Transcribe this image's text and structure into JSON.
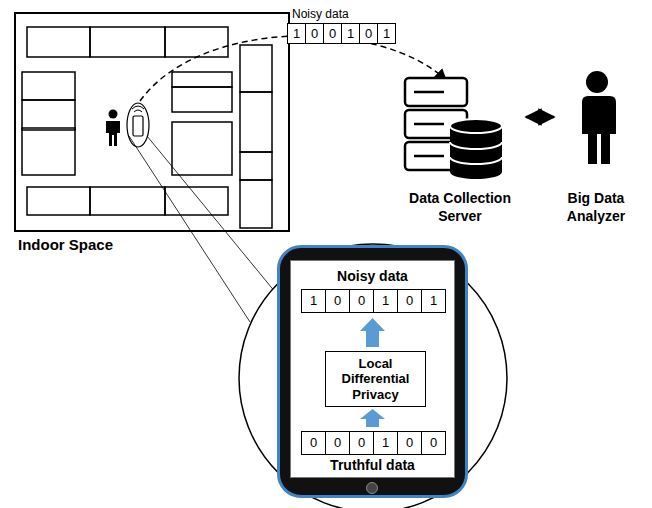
{
  "diagram": {
    "nodes": [
      {
        "text": [
          "Indoor Space"
        ]
      },
      {
        "text": [
          "Noisy data",
          "Truthful data"
        ]
      },
      {
        "text": [
          "Local Differential Privacy"
        ],
        "in": 1
      },
      {
        "text": [
          "Data Collection Server"
        ]
      },
      {
        "text": [
          "Big Data Analyzer"
        ]
      }
    ],
    "edges": [
      {
        "from": 3,
        "to": 4,
        "arrow": "both"
      }
    ],
    "labels": [
      "Noisy data",
      "1",
      "0",
      "0",
      "1",
      "0",
      "1",
      "1",
      "0",
      "0",
      "1",
      "0",
      "1",
      "0",
      "0",
      "0",
      "1",
      "0",
      "0"
    ]
  }
}
